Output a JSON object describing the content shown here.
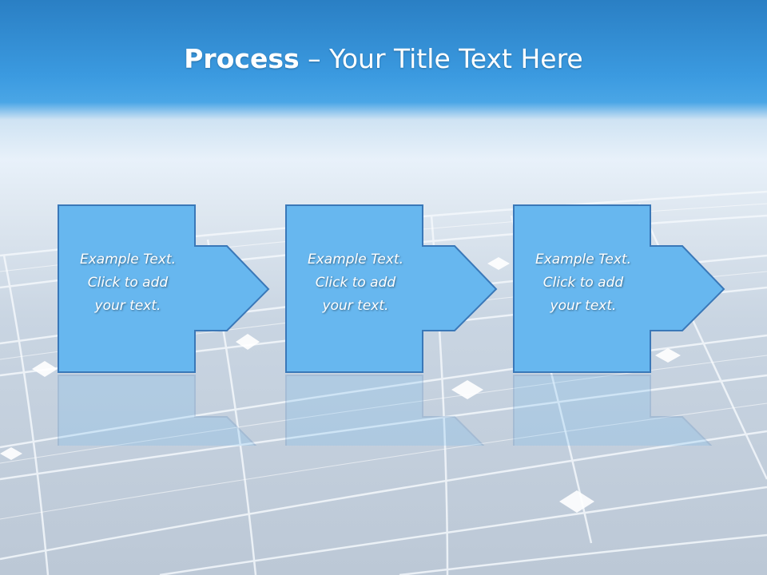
{
  "title": {
    "bold": "Process",
    "rest": " – Your Title Text Here"
  },
  "steps": [
    {
      "line1": "Example Text.",
      "line2": "Click  to add",
      "line3": "your text."
    },
    {
      "line1": "Example Text.",
      "line2": "Click  to add",
      "line3": "your text."
    },
    {
      "line1": "Example Text.",
      "line2": "Click  to add",
      "line3": "your text."
    }
  ],
  "colors": {
    "shape_fill": "#67b7ef",
    "shape_stroke": "#3a78b8",
    "title_text": "#ffffff",
    "header_blue": "#2a7fc4"
  }
}
